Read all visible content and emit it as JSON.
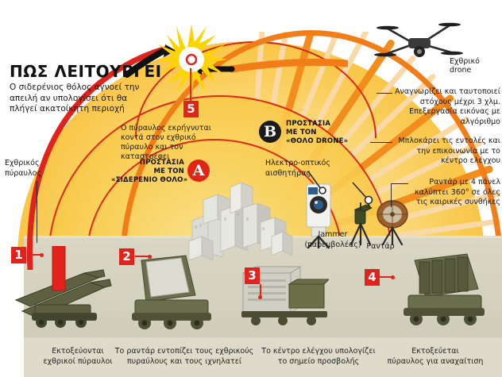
{
  "meta": {
    "language": "el",
    "subject": "Iron Dome air-defence infographic"
  },
  "header": {
    "title": "ΠΩΣ ΛΕΙΤΟΥΡΓΕΙ",
    "intro": "Ο σιδερένιος θόλος αγνοεί την απειλή αν υπολογίσει ότι θα πλήγεί ακατοίκητη περιοχή"
  },
  "colors": {
    "red": "#e0231c",
    "orange": "#f07d18",
    "dome_yellow": "#f8cf55",
    "ground": "#d9d6c4",
    "dark": "#1b1b1b"
  },
  "annotations": {
    "enemy_missile": "Εχθρικός\nπύραυλος",
    "intercept": "Ο πύραυλος εκρήγνυται κοντά στον εχθρικό πύραυλο και τον καταστρέφει",
    "enemy_drone": "Εχθρικό\ndrone",
    "drone_detect": "Αναγνωρίζει και ταυτοποιεί στόχους μέχρι 3 χλμ. Επεξεργασία εικόνας με αλγόριθμο",
    "drone_jam": "Μπλοκάρει τις εντολές και την επικοινωνία με το κέντρο ελέγχου",
    "radar_panel": "Ραντάρ με 4 πάνελ καλύπτει 360° σε όλες τις καιρικές συνθήκες",
    "eo_sensor": "Ηλεκτρο-οπτικός\nαισθητήρας",
    "jammer": "Jammer\n(παρεμβολέας)",
    "radar": "Ραντάρ"
  },
  "protection": {
    "a": {
      "badge": "A",
      "line1": "ΠΡΟΣΤΑΣΙΑ",
      "line2": "ΜΕ ΤΟΝ",
      "line3": "«ΣΙΔΕΡΕΝΙΟ ΘΟΛΟ»"
    },
    "b": {
      "badge": "B",
      "line1": "ΠΡΟΣΤΑΣΙΑ",
      "line2": "ΜΕ ΤΟΝ",
      "line3": "«ΘΟΛΟ DRONE»"
    }
  },
  "steps": [
    {
      "number": "1",
      "caption": "Εκτοξεύονται\nεχθρικοί πύραυλοι"
    },
    {
      "number": "2",
      "caption": "Το ραντάρ εντοπίζει τους εχθρικούς\nπυραύλους και τους ιχνηλατεί"
    },
    {
      "number": "3",
      "caption": "Το κέντρο ελέγχου υπολογίζει\nτο σημείο προσβολής"
    },
    {
      "number": "4",
      "caption": "Εκτοξεύεται\nπύραυλος για αναχαίτιση"
    },
    {
      "number": "5",
      "caption": ""
    }
  ]
}
